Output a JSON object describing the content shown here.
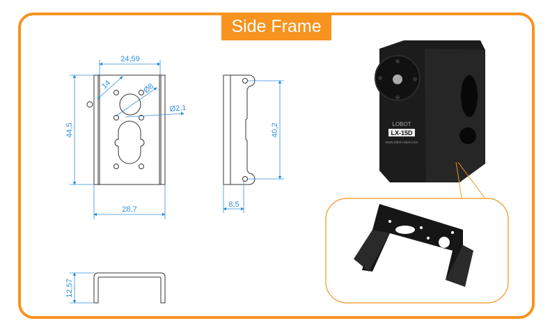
{
  "title": "Side Frame",
  "colors": {
    "accent": "#f7931e",
    "dimension": "#2f8fe0",
    "line": "#333333"
  },
  "dimensions": {
    "top_width": "24,59",
    "diagonal": "14",
    "big_hole": "Ø8",
    "small_hole": "Ø2,1",
    "height": "44,5",
    "bottom_width": "28,7",
    "side_height": "40,2",
    "side_depth": "8,5",
    "bottom_height": "12,57"
  },
  "servo": {
    "brand": "LOBOT",
    "model": "LX-15D",
    "url": "www.lobot-robot.com"
  }
}
